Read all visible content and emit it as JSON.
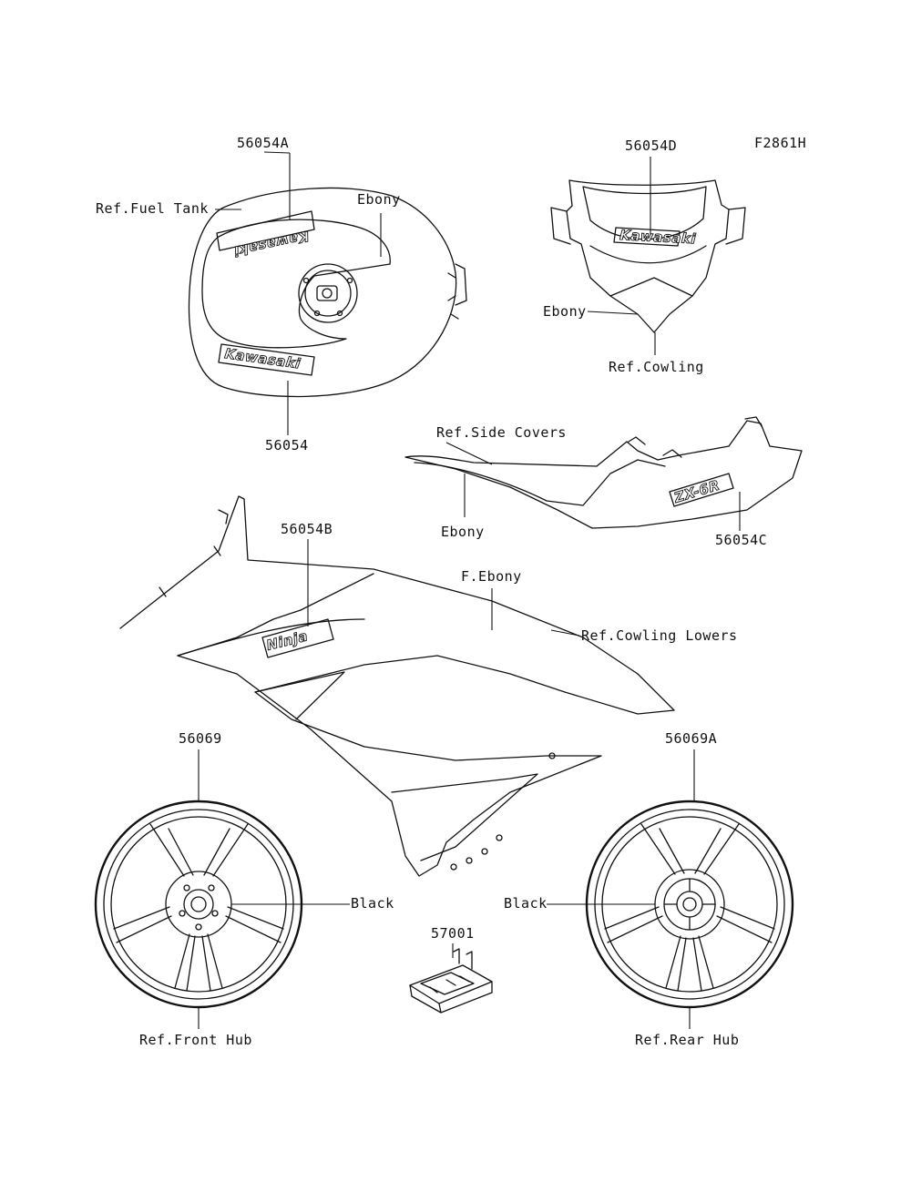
{
  "figure_code": "F2861H",
  "labels": {
    "fuel_tank_decal_top": "56054A",
    "fuel_tank_ref": "Ref.Fuel Tank",
    "fuel_tank_color": "Ebony",
    "fuel_tank_decal_bottom": "56054",
    "cowling_decal": "56054D",
    "cowling_color": "Ebony",
    "cowling_ref": "Ref.Cowling",
    "side_covers_ref": "Ref.Side Covers",
    "side_covers_color": "Ebony",
    "side_covers_decal": "56054C",
    "lowers_decal": "56054B",
    "lowers_color": "F.Ebony",
    "lowers_ref": "Ref.Cowling Lowers",
    "front_wheel_decal": "56069",
    "front_wheel_color": "Black",
    "front_hub_ref": "Ref.Front Hub",
    "rear_wheel_decal": "56069A",
    "rear_wheel_color": "Black",
    "rear_hub_ref": "Ref.Rear Hub",
    "clip_part": "57001"
  },
  "decals": {
    "tank_top_logo": "Kawasaki",
    "tank_bottom_logo": "Kawasaki",
    "cowling_logo": "Kawasaki",
    "tail_logo": "ZX-6R",
    "lower_logo": "Ninja"
  }
}
